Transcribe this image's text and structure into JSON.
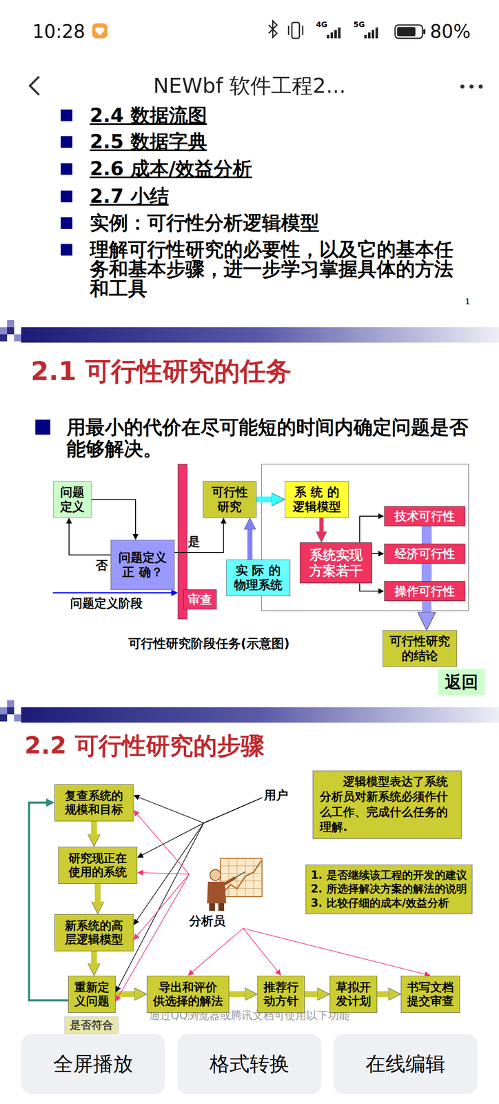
{
  "diagram": {
    "nodes": [
      {
        "text": [
          "问题 定义"
        ]
      },
      {
        "text": [
          "问题定义 正 确？"
        ]
      },
      {
        "text": [
          "审查"
        ]
      },
      {
        "text": [
          "可行性 研究"
        ]
      },
      {
        "text": [
          "系 统 的 逻辑模型"
        ]
      },
      {
        "text": [
          "实 际 的 物理系统"
        ]
      },
      {
        "text": [
          "系统实现 方案若干"
        ]
      },
      {
        "text": [
          "技术可行性"
        ]
      },
      {
        "text": [
          "经济可行性"
        ]
      },
      {
        "text": [
          "操作可行性"
        ]
      },
      {
        "text": [
          "可行性研究 的结论"
        ]
      },
      {
        "text": [
          "返回"
        ]
      },
      {
        "text": [
          "用户"
        ]
      },
      {
        "text": [
          "逻辑模型表达了系统分析员对新系统必须作什么工作、完成什么任务的理解."
        ]
      },
      {
        "text": [
          "复查系统的 规模和目标"
        ]
      },
      {
        "text": [
          "研究现正在 使用的系统"
        ]
      },
      {
        "text": [
          "分析员"
        ]
      },
      {
        "text": [
          "1. 是否继续该工程的开发的建议",
          "2. 所选择解决方案的解法的说明",
          "3. 比较仔细的成本/效益分析"
        ]
      },
      {
        "text": [
          "新系统的高 层逻辑模型"
        ]
      },
      {
        "text": [
          "重新定 义问题"
        ]
      },
      {
        "text": [
          "导出和评价 供选择的解法"
        ]
      },
      {
        "text": [
          "推荐行 动方针"
        ]
      },
      {
        "text": [
          "草拟开 发计划"
        ]
      },
      {
        "text": [
          "书写文档 提交审查"
        ]
      },
      {
        "text": [
          "是否符合"
        ]
      },
      {
        "text": [
          "全屏播放"
        ]
      },
      {
        "text": [
          "格式转换"
        ]
      },
      {
        "text": [
          "在线编辑"
        ]
      }
    ],
    "edges": [
      {
        "from": 1,
        "to": 0,
        "arrow": "to",
        "label": "否"
      },
      {
        "from": 0,
        "to": 1,
        "arrow": "to"
      },
      {
        "from": 1,
        "to": 3,
        "arrow": "to",
        "label": "是"
      },
      {
        "from": 3,
        "to": 4,
        "arrow": "to"
      },
      {
        "from": 5,
        "to": 3,
        "arrow": "to"
      },
      {
        "from": 4,
        "to": 6,
        "arrow": "to"
      },
      {
        "from": 6,
        "to": 7,
        "arrow": "to"
      },
      {
        "from": 6,
        "to": 8,
        "arrow": "to"
      },
      {
        "from": 6,
        "to": 9,
        "arrow": "to"
      },
      {
        "from": 9,
        "to": 10,
        "arrow": "to"
      },
      {
        "from": 14,
        "to": 15,
        "arrow": "to"
      },
      {
        "from": 15,
        "to": 18,
        "arrow": "to"
      },
      {
        "from": 18,
        "to": 19,
        "arrow": "to"
      },
      {
        "from": 19,
        "to": 20,
        "arrow": "to"
      },
      {
        "from": 20,
        "to": 21,
        "arrow": "to"
      },
      {
        "from": 21,
        "to": 22,
        "arrow": "to"
      },
      {
        "from": 22,
        "to": 23,
        "arrow": "to"
      },
      {
        "from": 19,
        "to": 14,
        "arrow": "to"
      },
      {
        "from": 12,
        "to": 14,
        "arrow": "to"
      },
      {
        "from": 12,
        "to": 15,
        "arrow": "to"
      },
      {
        "from": 12,
        "to": 18,
        "arrow": "to"
      },
      {
        "from": 12,
        "to": 19,
        "arrow": "to"
      },
      {
        "from": 16,
        "to": 14,
        "arrow": "to"
      },
      {
        "from": 16,
        "to": 15,
        "arrow": "to"
      },
      {
        "from": 16,
        "to": 18,
        "arrow": "to"
      },
      {
        "from": 16,
        "to": 19,
        "arrow": "to"
      },
      {
        "from": 16,
        "to": 20,
        "arrow": "to"
      },
      {
        "from": 16,
        "to": 21,
        "arrow": "to"
      },
      {
        "from": 16,
        "to": 23,
        "arrow": "to"
      }
    ],
    "labels": [
      "10:28",
      "4G",
      "5G",
      "80%",
      "NEWbf 软件工程2...",
      "2.4 数据流图",
      "2.5 数据字典",
      "2.6 成本/效益分析",
      "2.7 小结",
      "实例：可行性分析逻辑模型",
      "理解可行性研究的必要性，以及它的基本任务和基本步骤，进一步学习掌握具体的方法和工具",
      "1",
      "2.1 可行性研究的任务",
      "用最小的代价在尽可能短的时间内确定问题是否能够解决。",
      "问题定义阶段",
      "可行性研究阶段任务(示意图)",
      "2.2 可行性研究的步骤",
      "通过QQ浏览器或腾讯文档可使用以下功能"
    ]
  }
}
